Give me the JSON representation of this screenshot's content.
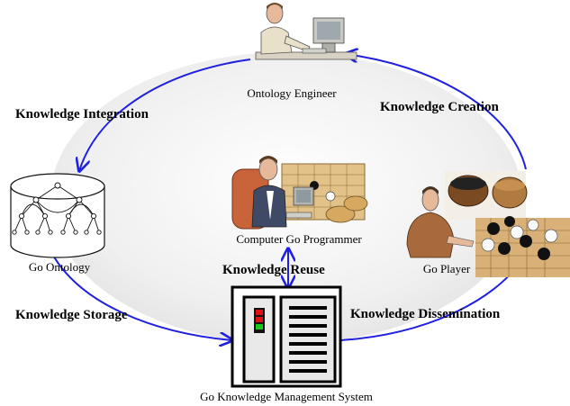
{
  "diagram": {
    "stage_labels": {
      "integration": "Knowledge Integration",
      "creation": "Knowledge Creation",
      "storage": "Knowledge Storage",
      "dissemination": "Knowledge Dissemination",
      "reuse": "Knowledge Reuse"
    },
    "node_labels": {
      "engineer": "Ontology Engineer",
      "programmer": "Computer Go Programmer",
      "ontology": "Go Ontology",
      "player": "Go Player",
      "system": "Go Knowledge Management System"
    },
    "colors": {
      "cycle_fill": "#ebebeb",
      "cycle_arrow": "#1f1fe0",
      "led_red": "#e01010",
      "led_green": "#18c818"
    }
  }
}
